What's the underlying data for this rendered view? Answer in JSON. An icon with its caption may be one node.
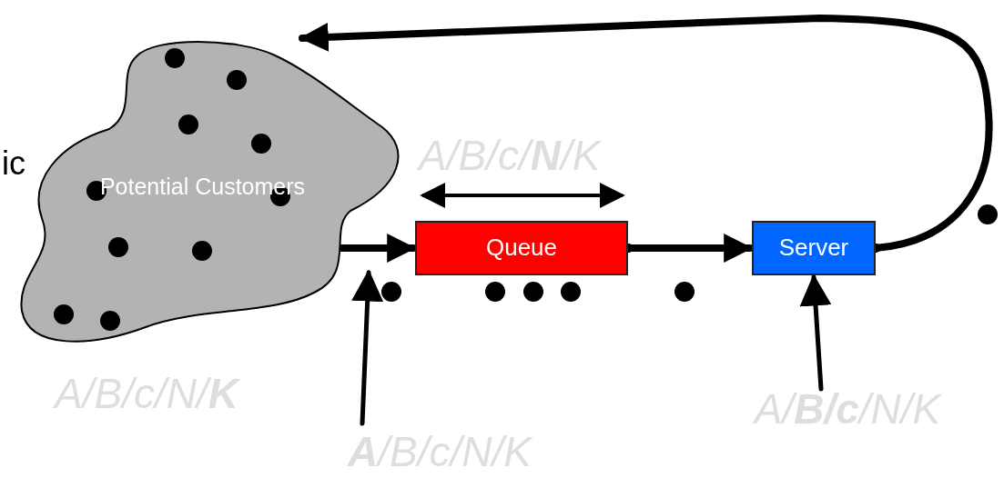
{
  "diagram": {
    "nodes": [
      {
        "text": [
          "Potential Customers"
        ],
        "beside": [
          "A/B/c/N/**K**"
        ]
      },
      {
        "text": [
          "Queue"
        ]
      },
      {
        "text": [
          "Server"
        ]
      },
      {
        "text": [
          "**A**/B/c/N/K"
        ]
      },
      {
        "text": [
          "A/**B/c**/N/K"
        ]
      }
    ],
    "edges": [
      {
        "from": 0,
        "to": 1,
        "arrow": "to"
      },
      {
        "from": 1,
        "to": 2,
        "arrow": "to"
      },
      {
        "from": 2,
        "to": 0,
        "arrow": "to"
      },
      {
        "from": 3,
        "to": 1,
        "arrow": "to"
      },
      {
        "from": 4,
        "to": 2,
        "arrow": "to"
      }
    ],
    "labels": [
      "ic",
      "A/B/c/**N**/K"
    ]
  }
}
